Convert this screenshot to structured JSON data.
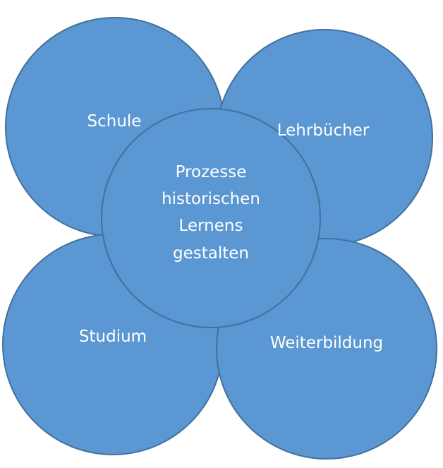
{
  "diagram": {
    "center": {
      "lines": [
        "Prozesse",
        "historischen",
        "Lernens",
        "gestalten"
      ]
    },
    "outer": [
      {
        "label": "Schule"
      },
      {
        "label": "Lehrbücher"
      },
      {
        "label": "Studium"
      },
      {
        "label": "Weiterbildung"
      }
    ],
    "colors": {
      "fill": "#5b97d2",
      "stroke": "#41719c",
      "text": "#ffffff",
      "background": "#ffffff"
    }
  }
}
